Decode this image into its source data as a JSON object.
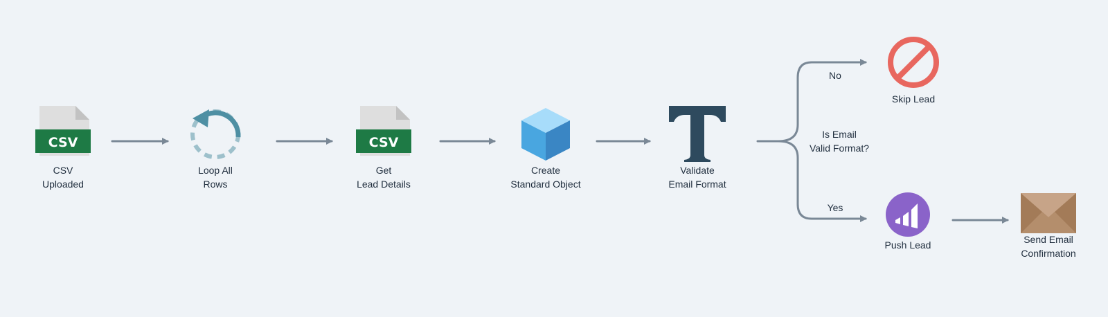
{
  "nodes": {
    "csv_uploaded": {
      "icon": "csv-file-icon",
      "badge": "CSV",
      "line1": "CSV",
      "line2": "Uploaded"
    },
    "loop_rows": {
      "icon": "loop-icon",
      "line1": "Loop All",
      "line2": "Rows"
    },
    "get_lead": {
      "icon": "csv-file-icon",
      "badge": "CSV",
      "line1": "Get",
      "line2": "Lead Details"
    },
    "create_object": {
      "icon": "cube-icon",
      "line1": "Create",
      "line2": "Standard Object"
    },
    "validate_email": {
      "icon": "text-t-icon",
      "line1": "Validate",
      "line2": "Email Format"
    },
    "skip_lead": {
      "icon": "prohibited-icon",
      "line1": "Skip Lead"
    },
    "push_lead": {
      "icon": "marketo-bars-icon",
      "line1": "Push Lead"
    },
    "send_email": {
      "icon": "envelope-icon",
      "line1": "Send Email",
      "line2": "Confirmation"
    }
  },
  "decision": {
    "question_line1": "Is Email",
    "question_line2": "Valid Format?",
    "no_label": "No",
    "yes_label": "Yes"
  },
  "colors": {
    "background": "#eff3f7",
    "connector": "#7a8896",
    "csv_green": "#1e7a45",
    "loop_teal": "#4e8fa3",
    "cube_blue": "#49a6e0",
    "t_navy": "#2e4a5e",
    "prohibit_red": "#e8675f",
    "push_purple": "#8a63c9",
    "envelope_tan": "#b48e6c"
  }
}
